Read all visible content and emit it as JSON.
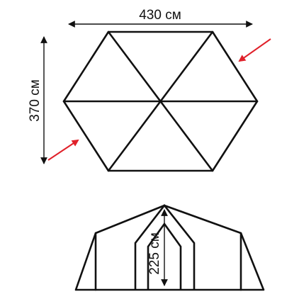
{
  "dimensions": {
    "width_label": "430 см",
    "depth_label": "370 см",
    "height_label": "225 см"
  },
  "colors": {
    "outline": "#111111",
    "arrow": "#e0212a",
    "background": "#ffffff"
  },
  "icons": {
    "entrance_arrow": "arrow-icon"
  }
}
